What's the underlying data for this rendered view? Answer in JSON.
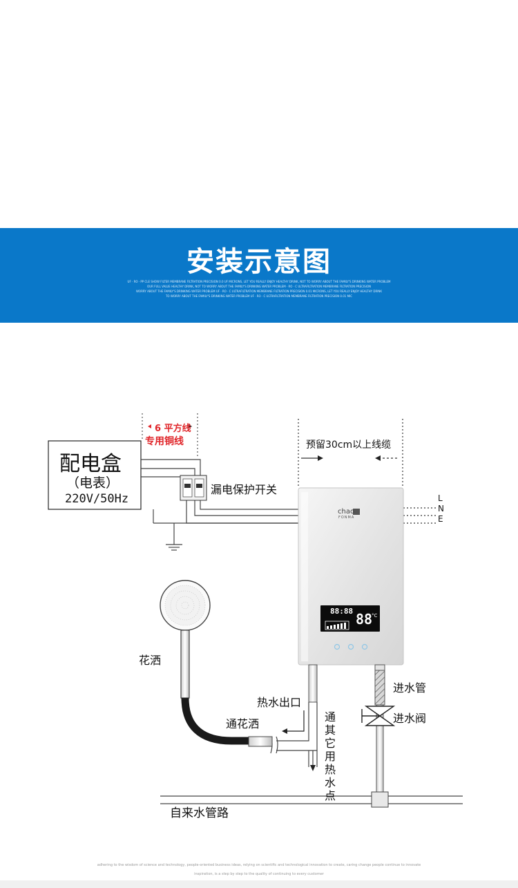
{
  "banner": {
    "title": "安装示意图",
    "fine_lines": [
      "UF · RO · PP CLE SHOW FILTER MEMBRANE FILTRATION PRECISION 0.0 UF MICRONS, LET YOU REALLY ENJOY HEALTHY DRINK, NOT TO WORRY ABOUT THE FAMILY'S DRINKING WATER PROBLEM",
      "OUR FULL VALUE HEALTHY DRINK, NOT TO WORRY ABOUT THE FAMILY'S DRINKING WATER PROBLEM · RO · C ULTRAFILTRATION MEMBRANE FILTRATION PRECISION",
      "WORRY ABOUT THE FAMILY'S DRINKING WATER PROBLEM UF · RO · C ULTRAFILTRATION MEMBRANE FILTRATION PRECISION 0.01 MICRONS, LET YOU REALLY ENJOY HEALTHY DRINK",
      "TO WORRY ABOUT THE FAMILY'S DRINKING WATER PROBLEM UF · RO · C ULTRAFILTRATION MEMBRANE FILTRATION PRECISION 0.01 MIC"
    ]
  },
  "labels": {
    "distribution_box": "配电盒",
    "meter": "（电表）",
    "voltage": "220V/50Hz",
    "wire_spec": "6 平方线",
    "copper_wire": "专用铜线",
    "leakage_switch": "漏电保护开关",
    "cable_reserve": "预留30cm以上线缆",
    "terminal_l": "L",
    "terminal_n": "N",
    "terminal_e": "E",
    "brand": "chao",
    "brand_sub": "FONMA",
    "shower": "花洒",
    "hot_outlet": "热水出口",
    "to_shower": "通花洒",
    "to_other": "通其它用热水点",
    "inlet_pipe": "进水管",
    "inlet_valve": "进水阀",
    "main_pipe": "自来水管路"
  },
  "display": {
    "time": "88:88",
    "temp": "88",
    "unit": "°C"
  },
  "footer": {
    "line1": "adhering to the wisdom of science and technology, people-oriented business ideas, relying on scientific and technological innovation to create, caring change people continue to innovate",
    "line2": "inspiration, is a step by step to the quality of continuing to every customer"
  },
  "colors": {
    "banner": "#0a78c9",
    "accent_red": "#e0262a",
    "heater_body": "#e6e6e6",
    "display_bg": "#0b0b0b",
    "display_text": "#ffffff"
  }
}
